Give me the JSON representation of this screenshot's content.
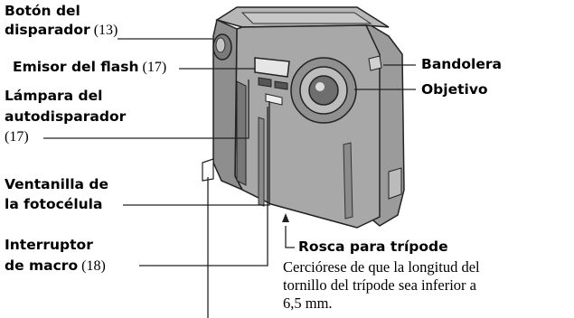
{
  "labels": {
    "shutter": {
      "line1": "Botón del",
      "line2": "disparador",
      "ref": "(13)"
    },
    "flash": {
      "text": "Emisor del flash",
      "ref": "(17)"
    },
    "selftimer": {
      "line1": "Lámpara del",
      "line2": "autodisparador",
      "ref": "(17)"
    },
    "photocell": {
      "line1": "Ventanilla de",
      "line2": "la fotocélula"
    },
    "macro": {
      "line1": "Interruptor",
      "line2": "de macro",
      "ref": "(18)"
    },
    "strap": {
      "text": "Bandolera"
    },
    "lens": {
      "text": "Objetivo"
    },
    "tripod": {
      "title": "Rosca para trípode",
      "desc_line1": "Cerciórese de que la longitud del",
      "desc_line2": "tornillo del trípode sea inferior a",
      "desc_line3": "6,5 mm."
    }
  }
}
